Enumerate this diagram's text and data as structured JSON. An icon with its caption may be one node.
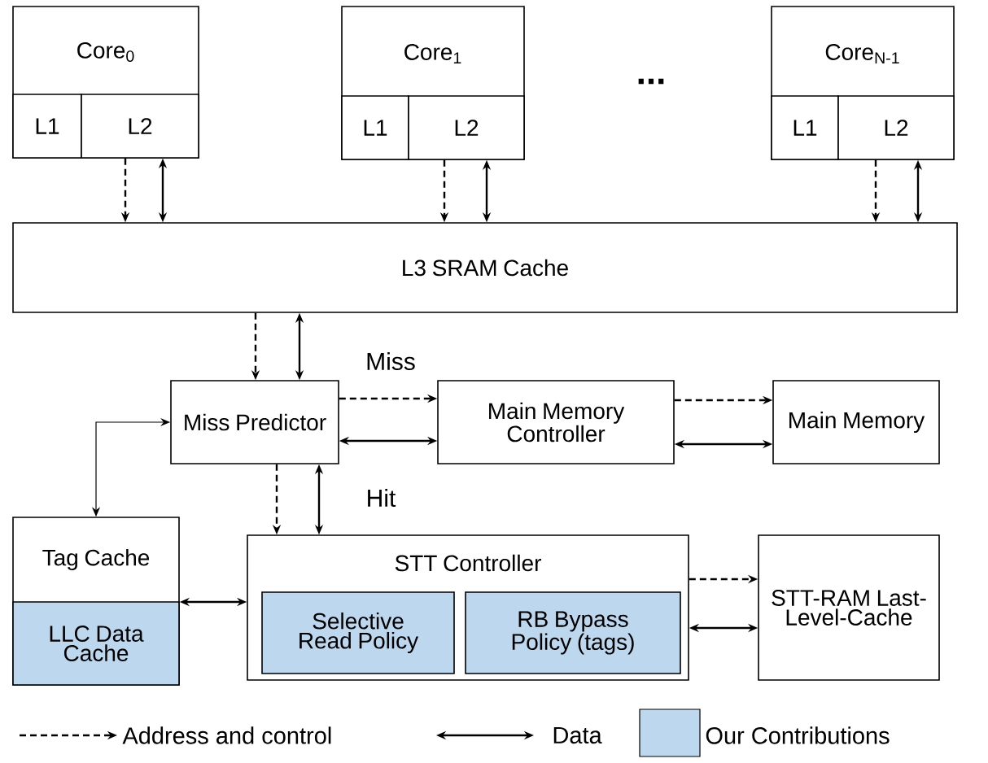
{
  "diagram": {
    "nodes": [
      {
        "text": [
          "Core$_{0}$"
        ]
      },
      {
        "text": [
          "L1"
        ],
        "in": 0
      },
      {
        "text": [
          "L2"
        ],
        "in": 0
      },
      {
        "text": [
          "Core$_{1}$"
        ]
      },
      {
        "text": [
          "L1"
        ],
        "in": 3
      },
      {
        "text": [
          "L2"
        ],
        "in": 3
      },
      {
        "text": [
          "Core$_{N-1}$"
        ]
      },
      {
        "text": [
          "L1"
        ],
        "in": 6
      },
      {
        "text": [
          "L2"
        ],
        "in": 6
      },
      {
        "text": [
          "L3 SRAM Cache"
        ]
      },
      {
        "text": [
          "Miss Predictor"
        ]
      },
      {
        "text": [
          "Main Memory Controller"
        ]
      },
      {
        "text": [
          "Main Memory"
        ]
      },
      {
        "text": [
          "Tag Cache"
        ]
      },
      {
        "text": [
          "LLC Data Cache"
        ],
        "in": 13
      },
      {
        "text": [
          "STT Controller"
        ]
      },
      {
        "text": [
          "Selective Read Policy"
        ],
        "in": 15
      },
      {
        "text": [
          "RB Bypass Policy (tags)"
        ],
        "in": 15
      },
      {
        "text": [
          "STT-RAM Last-Level-Cache"
        ]
      }
    ],
    "edges": [
      {
        "from": 2,
        "to": 9,
        "arrow": "to",
        "style": "dashed"
      },
      {
        "from": 2,
        "to": 9,
        "arrow": "both"
      },
      {
        "from": 5,
        "to": 9,
        "arrow": "to",
        "style": "dashed"
      },
      {
        "from": 5,
        "to": 9,
        "arrow": "both"
      },
      {
        "from": 8,
        "to": 9,
        "arrow": "to",
        "style": "dashed"
      },
      {
        "from": 8,
        "to": 9,
        "arrow": "both"
      },
      {
        "from": 9,
        "to": 10,
        "arrow": "to",
        "style": "dashed"
      },
      {
        "from": 9,
        "to": 10,
        "arrow": "both"
      },
      {
        "from": 10,
        "to": 11,
        "arrow": "to",
        "style": "dashed",
        "label": "Miss"
      },
      {
        "from": 10,
        "to": 11,
        "arrow": "both"
      },
      {
        "from": 11,
        "to": 12,
        "arrow": "to",
        "style": "dashed"
      },
      {
        "from": 11,
        "to": 12,
        "arrow": "both"
      },
      {
        "from": 10,
        "to": 15,
        "arrow": "to",
        "style": "dashed",
        "label": "Hit"
      },
      {
        "from": 10,
        "to": 15,
        "arrow": "both"
      },
      {
        "from": 10,
        "to": 13,
        "arrow": "both"
      },
      {
        "from": 13,
        "to": 15,
        "arrow": "both"
      },
      {
        "from": 15,
        "to": 18,
        "arrow": "to",
        "style": "dashed"
      },
      {
        "from": 15,
        "to": 18,
        "arrow": "both"
      }
    ],
    "labels": [
      "..."
    ],
    "legend": [
      {
        "text": "Address and control"
      },
      {
        "text": "Data"
      },
      {
        "text": "Our Contributions",
        "color": "#bdd7ee"
      }
    ]
  }
}
